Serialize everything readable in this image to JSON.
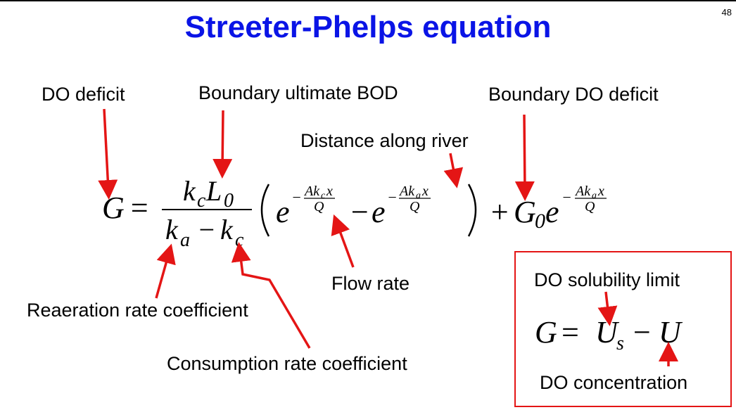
{
  "page_number": "48",
  "title": "Streeter-Phelps equation",
  "labels": {
    "do_deficit": "DO deficit",
    "boundary_ultimate_bod": "Boundary ultimate BOD",
    "boundary_do_deficit": "Boundary DO deficit",
    "distance_along_river": "Distance along river",
    "flow_rate": "Flow rate",
    "reaeration_rate_coefficient": "Reaeration rate coefficient",
    "consumption_rate_coefficient": "Consumption rate coefficient",
    "do_solubility_limit": "DO solubility limit",
    "do_concentration": "DO concentration"
  },
  "equations": {
    "streeter_phelps": "G = k_c L_0 / (k_a - k_c) (e^(-A k_c x / Q) - e^(-A k_a x / Q)) + G_0 e^(-A k_a x / Q)",
    "deficit_definition": "G = U_s - U"
  },
  "colors": {
    "title": "#0a14e6",
    "arrow": "#e41515",
    "box_border": "#e41515",
    "text": "#000000"
  }
}
